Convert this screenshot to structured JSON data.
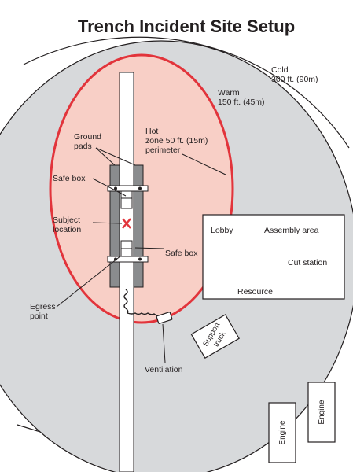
{
  "title": "Trench Incident Site Setup",
  "zones": {
    "cold": {
      "name": "Cold",
      "distance": "300 ft. (90m)"
    },
    "warm": {
      "name": "Warm",
      "distance": "150 ft. (45m)"
    },
    "hot": {
      "line1": "Hot",
      "line2": "zone 50 ft. (15m)",
      "line3": "perimeter"
    }
  },
  "labels": {
    "ground_pads_1": "Ground",
    "ground_pads_2": "pads",
    "safe_box_upper": "Safe box",
    "subject_1": "Subject",
    "subject_2": "location",
    "safe_box_lower": "Safe box",
    "egress_1": "Egress",
    "egress_2": "point",
    "ventilation": "Ventilation"
  },
  "staging": {
    "lobby": "Lobby",
    "assembly": "Assembly area",
    "cut_station": "Cut station",
    "resource": "Resource"
  },
  "vehicles": {
    "support_truck_1": "Support",
    "support_truck_2": "truck",
    "engine_left": "Engine",
    "engine_right": "Engine"
  },
  "colors": {
    "warm_zone": "#d7d9db",
    "hot_zone": "#f8cfc6",
    "hot_border": "#e2343b",
    "line": "#231f20",
    "subject_marker": "#e2343b"
  }
}
